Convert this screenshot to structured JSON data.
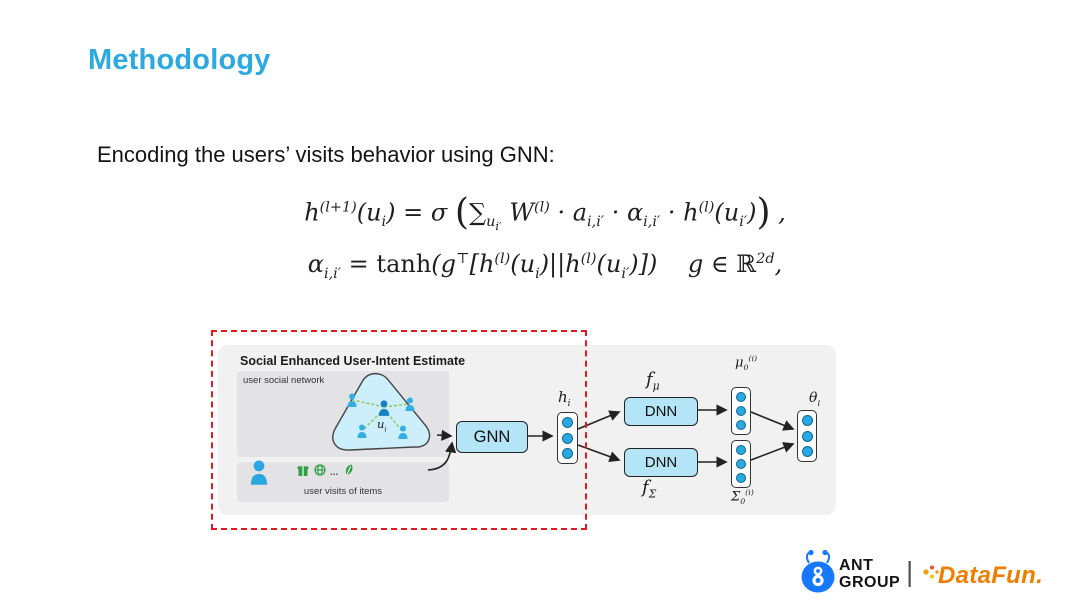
{
  "slide": {
    "title": "Methodology",
    "intro": "Encoding the users’ visits behavior using GNN:"
  },
  "formulas": {
    "line1": "h<sup>(l+1)</sup>(u<sub>i</sub>) = σ <span class='big'>(</span><span class='rm'>∑</span><sub>u<sub>i′</sub></sub> W<sup>(l)</sup> · a<sub>i,i′</sub> · α<sub>i,i′</sub> · h<sup>(l)</sup>(u<sub>i′</sub>)<span class='big'>)</span> ,",
    "line2": "α<sub>i,i′</sub> = <span class='rm'>tanh</span>(g<sup>⊤</sup>[h<sup>(l)</sup>(u<sub>i</sub>)||h<sup>(l)</sup>(u<sub>i′</sub>)]) &nbsp;&nbsp;&nbsp;g ∈ <span class='rm'>ℝ</span><sup>2d</sup>,"
  },
  "diagram": {
    "panel_title": "Social Enhanced User-Intent Estimate",
    "social_label": "user social network",
    "ui": "u<sub>i</sub>",
    "visits_label": "user visits of items",
    "ellipsis": "...",
    "gnn": "GNN",
    "hi": "h<sub>i</sub>",
    "dnn_top": "DNN",
    "dnn_bottom": "DNN",
    "fmu": "f<sub>μ</sub>",
    "fsigma": "f<sub>Σ</sub>",
    "mu0": "μ<sub>0</sub><sup>(i)</sup>",
    "sigma0": "Σ<sub>0</sub><sup>(i)</sup>",
    "theta": "θ<sub>i</sub>"
  },
  "footer": {
    "ant1": "ANT",
    "ant2": "GROUP",
    "sep": "|",
    "datafun": "DataFun."
  },
  "colors": {
    "accent_blue": "#2da9e1",
    "box_blue": "#b3e5f7",
    "node_blue": "#29a8e1",
    "highlight_red": "#e01b1b",
    "social_green": "#8bc34a",
    "ant_blue": "#1677ff",
    "datafun_orange": "#f07d00"
  }
}
